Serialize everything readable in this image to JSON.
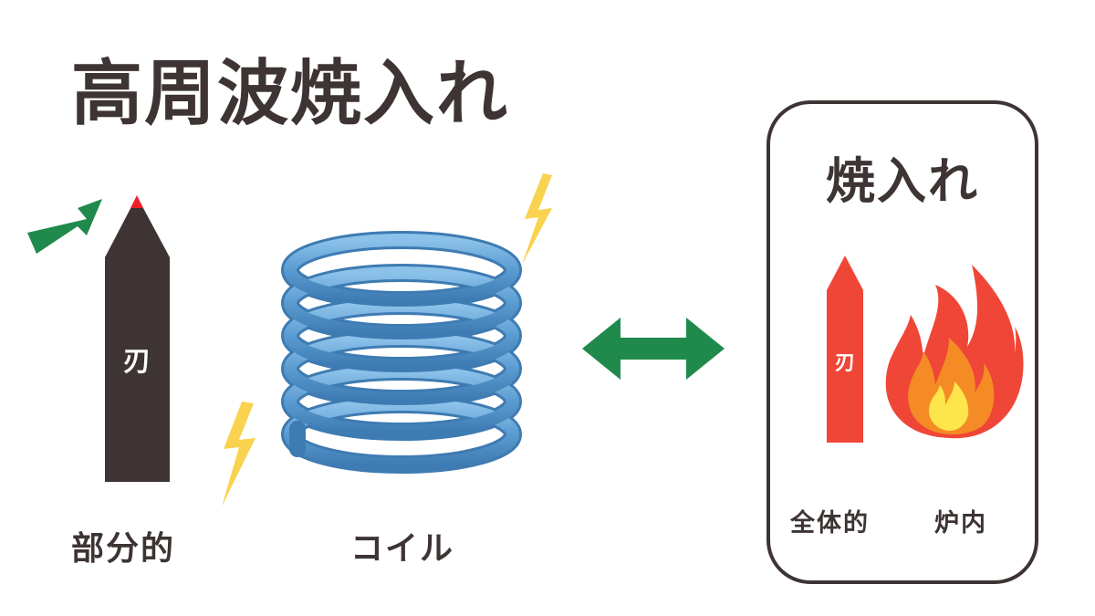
{
  "title": "高周波焼入れ",
  "left": {
    "blade_char": "刃",
    "blade_label": "部分的",
    "coil_label": "コイル"
  },
  "right_card": {
    "title": "焼入れ",
    "blade_char": "刃",
    "blade_label": "全体的",
    "fire_label": "炉内"
  },
  "colors": {
    "text": "#3d3433",
    "blade_dark": "#3d3433",
    "blade_red": "#ef4637",
    "tip_red": "#ef1f2a",
    "arrow_green": "#1f8a4c",
    "coil_blue": "#5a9bd0",
    "spark_yellow": "#f9d34f",
    "fire_red": "#ef4637",
    "fire_orange": "#f58b25",
    "fire_yellow": "#fde64b"
  }
}
